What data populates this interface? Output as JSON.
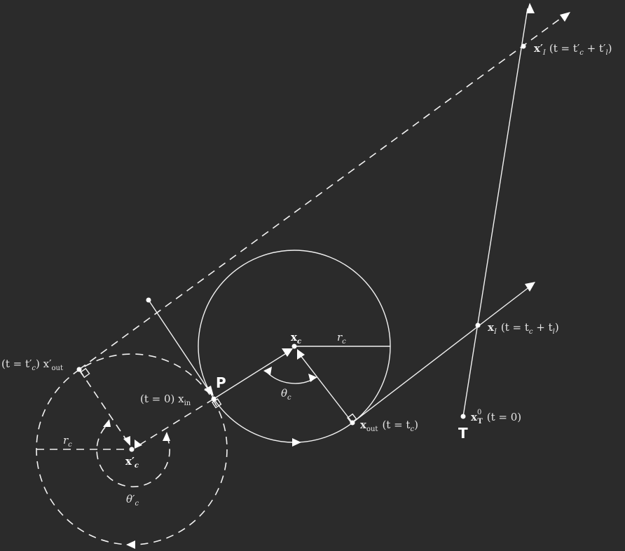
{
  "labels": {
    "P": "P",
    "T": "T",
    "x_c": "x",
    "x_c_sub": "c",
    "r_c": "r",
    "r_c_sub": "c",
    "theta_c": "θ",
    "theta_c_sub": "c",
    "x_in": "(t = 0) x",
    "x_in_sub": "in",
    "x_out": "x",
    "x_out_sub": "out",
    "x_out_time": "(t = t",
    "x_out_time_sub": "c",
    "x_out_time_end": ")",
    "x_I": "x",
    "x_I_sub": "I",
    "x_I_time": "(t = t",
    "x_I_time_sub1": "c",
    "x_I_time_plus": " + t",
    "x_I_time_sub2": "l",
    "x_I_time_end": ")",
    "x_I_prime": "x′",
    "x_I_prime_sub": "I",
    "x_I_prime_time": "(t = t′",
    "x_I_prime_time_sub1": "c",
    "x_I_prime_time_plus": " + t′",
    "x_I_prime_time_sub2": "l",
    "x_I_prime_time_end": ")",
    "x_T": "x",
    "x_T_sub": "T",
    "x_T_sup": "0",
    "x_T_time": "(t = 0)",
    "x_out_prime_time": "(t = t′",
    "x_out_prime_time_sub": "c",
    "x_out_prime_time_end": ") x′",
    "x_out_prime_sub": "out",
    "r_c_prime": "r",
    "r_c_prime_sub": "c",
    "x_c_prime": "x′",
    "x_c_prime_sub": "c",
    "theta_c_prime": "θ′",
    "theta_c_prime_sub": "c"
  },
  "colors": {
    "background": "#2b2b2b",
    "stroke": "#f2f2f2",
    "text": "#e6e6e6"
  }
}
